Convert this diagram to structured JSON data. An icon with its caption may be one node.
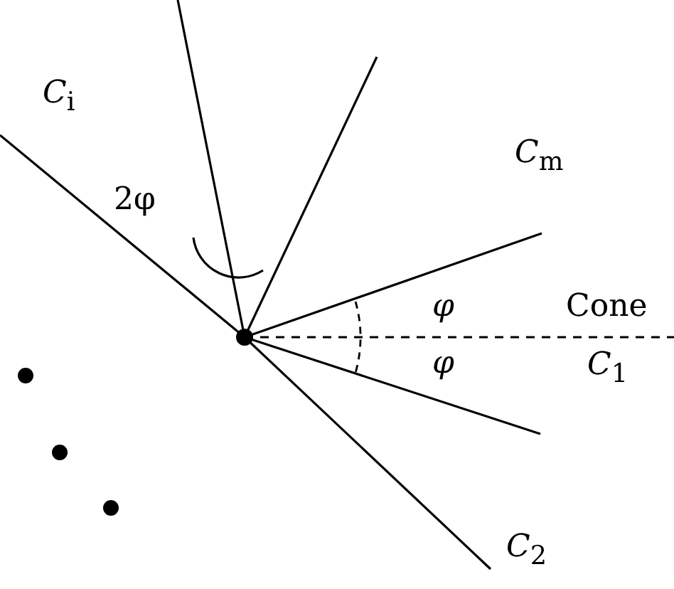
{
  "diagram": {
    "labels": [
      "*C*$_{i}$",
      "2φ",
      "*C*$_{m}$",
      "*φ*",
      "*φ*",
      "Cone",
      "*C*$_{1}$",
      "*C*$_{2}$"
    ]
  }
}
